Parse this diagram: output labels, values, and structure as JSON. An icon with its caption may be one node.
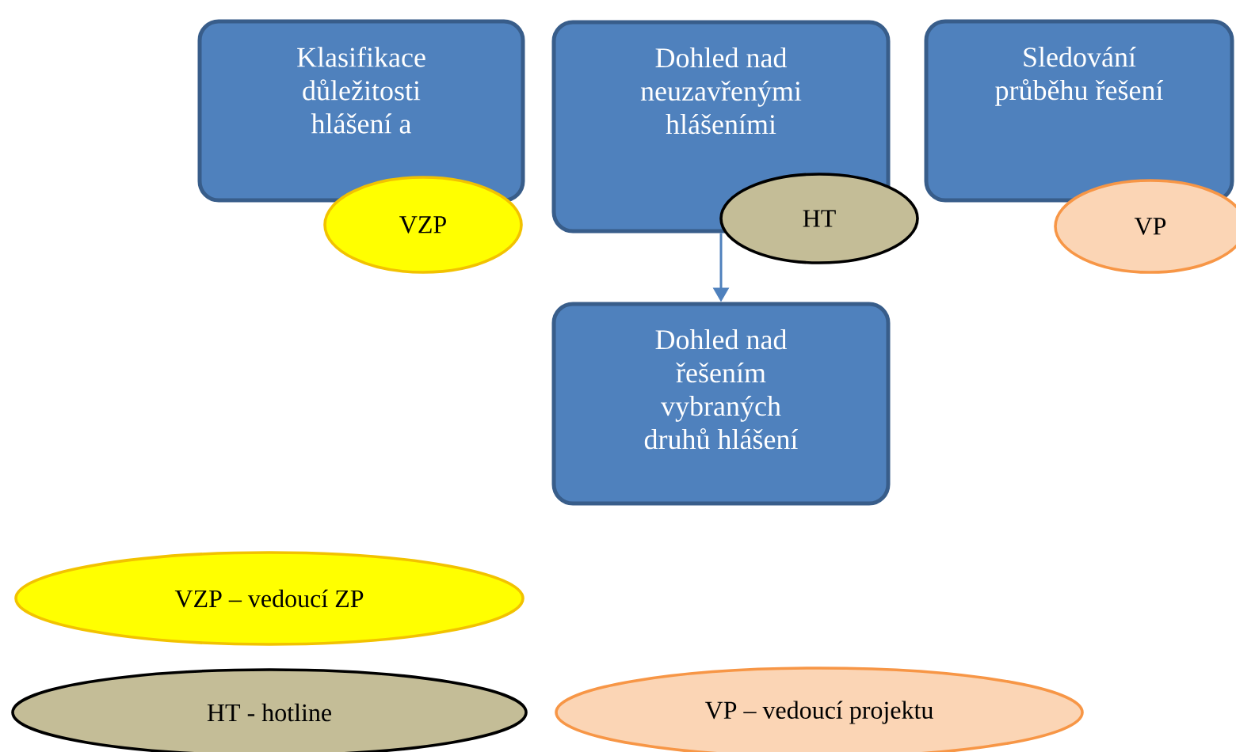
{
  "diagram": {
    "nodes": [
      {
        "text": [
          "Klasifikace důležitosti hlášení a"
        ]
      },
      {
        "text": [
          "VZP"
        ]
      },
      {
        "text": [
          "Dohled nad neuzavřenými hlášeními"
        ]
      },
      {
        "text": [
          "HT"
        ]
      },
      {
        "text": [
          "Sledování průběhu řešení"
        ]
      },
      {
        "text": [
          "VP"
        ]
      },
      {
        "text": [
          "Dohled nad řešením vybraných druhů hlášení"
        ]
      },
      {
        "text": [
          "VZP – vedoucí ZP"
        ]
      },
      {
        "text": [
          "HT - hotline"
        ]
      },
      {
        "text": [
          "VP – vedoucí projektu"
        ]
      }
    ],
    "edges": [
      {
        "from": 2,
        "to": 6,
        "arrow": "to"
      }
    ]
  }
}
